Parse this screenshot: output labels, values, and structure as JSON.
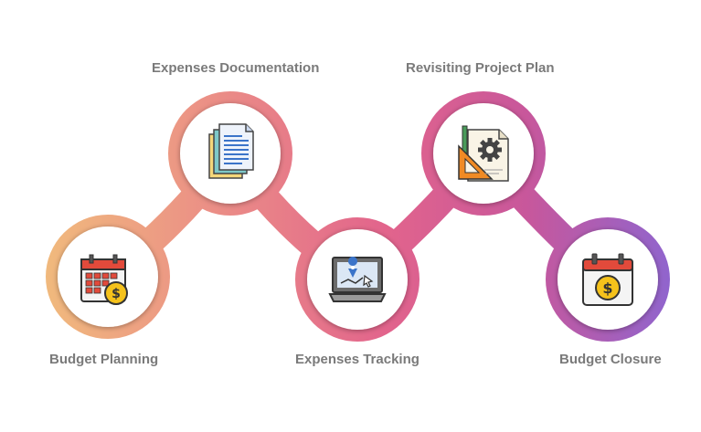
{
  "steps": [
    {
      "label": "Budget Planning",
      "icon": "calendar-dollar-icon"
    },
    {
      "label": "Expenses Documentation",
      "icon": "documents-stack-icon"
    },
    {
      "label": "Expenses Tracking",
      "icon": "laptop-map-tracking-icon"
    },
    {
      "label": "Revisiting Project Plan",
      "icon": "blueprint-gear-icon"
    },
    {
      "label": "Budget Closure",
      "icon": "calendar-dollar-closure-icon"
    }
  ],
  "colors": {
    "gradient_start": "#f2c37a",
    "gradient_mid": "#e0658c",
    "gradient_end": "#8a68d6",
    "label_text": "#7a7a7a"
  }
}
